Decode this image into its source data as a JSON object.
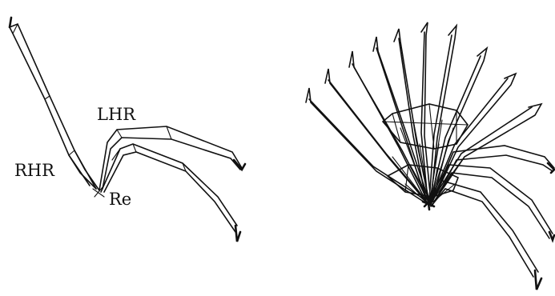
{
  "labels": {
    "lhr": "LHR",
    "rhr": "RHR",
    "re": "Re"
  },
  "colors": {
    "ink": "#111111",
    "background": "#ffffff"
  }
}
